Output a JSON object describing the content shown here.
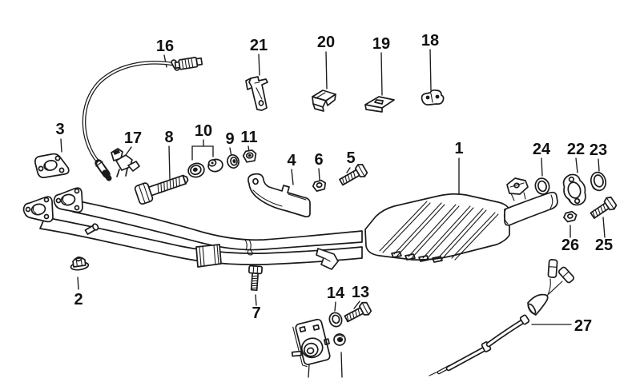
{
  "diagram_type": "exploded-parts-diagram",
  "subject": "exhaust-front-pipe-and-catalytic-converter",
  "colors": {
    "background": "#ffffff",
    "line": "#1b1b1b",
    "label": "#111111"
  },
  "callouts": {
    "n1": {
      "label": "1"
    },
    "n2": {
      "label": "2"
    },
    "n3": {
      "label": "3"
    },
    "n4": {
      "label": "4"
    },
    "n5": {
      "label": "5"
    },
    "n6": {
      "label": "6"
    },
    "n7": {
      "label": "7"
    },
    "n8": {
      "label": "8"
    },
    "n9": {
      "label": "9"
    },
    "n10": {
      "label": "10"
    },
    "n11": {
      "label": "11"
    },
    "n13": {
      "label": "13"
    },
    "n14": {
      "label": "14"
    },
    "n16": {
      "label": "16"
    },
    "n17": {
      "label": "17"
    },
    "n18": {
      "label": "18"
    },
    "n19": {
      "label": "19"
    },
    "n20": {
      "label": "20"
    },
    "n21": {
      "label": "21"
    },
    "n22": {
      "label": "22"
    },
    "n23": {
      "label": "23"
    },
    "n24": {
      "label": "24"
    },
    "n25": {
      "label": "25"
    },
    "n26": {
      "label": "26"
    },
    "n27": {
      "label": "27"
    }
  }
}
